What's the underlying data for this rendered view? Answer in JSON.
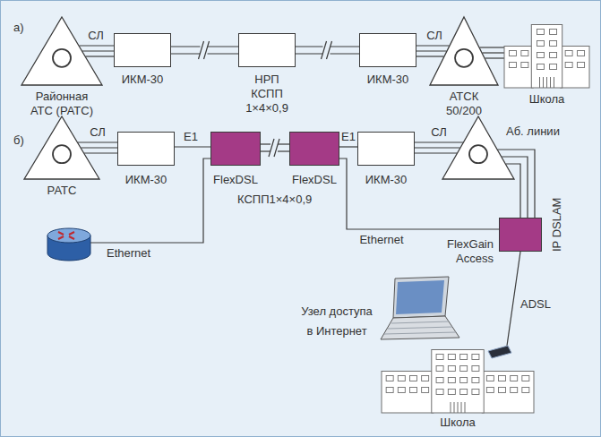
{
  "diagram": {
    "nodes": [
      {
        "text": [
          "Районная АТС (РАТС)"
        ]
      },
      {
        "text": [
          "ИКМ-30"
        ]
      },
      {
        "text": [
          "НРП",
          "КСПП 1×4×0,9"
        ]
      },
      {
        "text": [
          "ИКМ-30"
        ]
      },
      {
        "text": [
          "АТСК 50/200"
        ]
      },
      {
        "text": [
          "Школа"
        ]
      },
      {
        "text": [
          "РАТС"
        ]
      },
      {
        "text": [
          "ИКМ-30"
        ]
      },
      {
        "text": [
          "FlexDSL"
        ]
      },
      {
        "text": [
          "FlexDSL"
        ]
      },
      {
        "text": [
          "ИКМ-30"
        ]
      },
      {
        "text": [
          "Аб. линии"
        ]
      },
      {
        "text": [
          "FlexGain Access",
          "IP DSLAM"
        ]
      },
      {
        "text": [
          "Школа"
        ]
      }
    ],
    "edges": [
      {
        "from": 0,
        "to": 1,
        "label": "СЛ",
        "arrow": "none"
      },
      {
        "from": 1,
        "to": 2,
        "arrow": "none"
      },
      {
        "from": 2,
        "to": 3,
        "arrow": "none"
      },
      {
        "from": 3,
        "to": 4,
        "label": "СЛ",
        "arrow": "none"
      },
      {
        "from": 4,
        "to": 5,
        "arrow": "none"
      },
      {
        "from": 6,
        "to": 7,
        "label": "СЛ",
        "arrow": "none"
      },
      {
        "from": 7,
        "to": 8,
        "label": "E1",
        "arrow": "none"
      },
      {
        "from": 8,
        "to": 9,
        "arrow": "none"
      },
      {
        "from": 9,
        "to": 10,
        "label": "E1",
        "arrow": "none"
      },
      {
        "from": 10,
        "to": 11,
        "label": "СЛ",
        "arrow": "none"
      },
      {
        "from": 11,
        "to": 12,
        "arrow": "none"
      },
      {
        "from": 9,
        "to": 12,
        "label": "Ethernet",
        "arrow": "none"
      },
      {
        "from": 12,
        "to": 13,
        "label": "ADSL",
        "arrow": "none"
      }
    ],
    "labels": [
      "а)",
      "б)",
      "КСПП1×4×0,9",
      "Ethernet",
      "Узел доступа в Интернет"
    ]
  }
}
